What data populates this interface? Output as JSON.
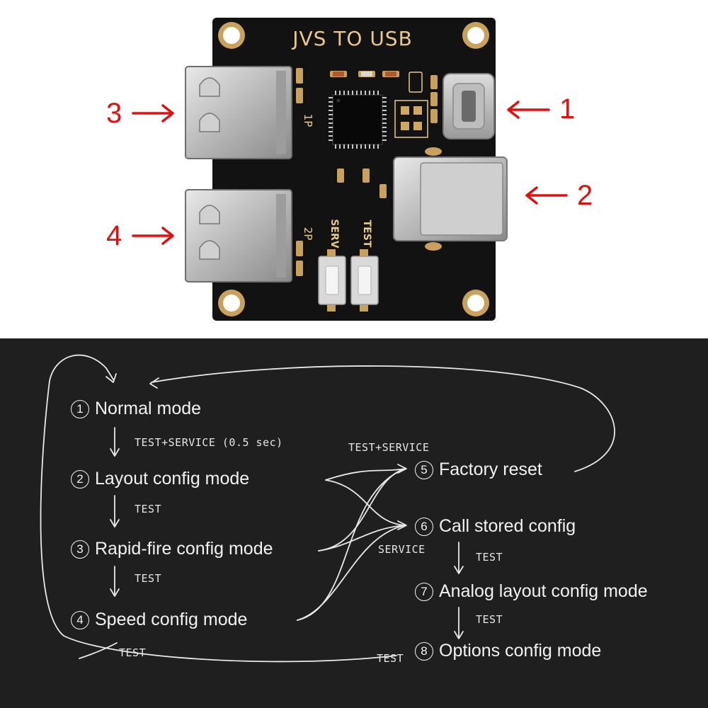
{
  "board": {
    "title": "JVS TO USB",
    "label_1p": "1P",
    "label_2p": "2P",
    "label_serv": "SERV",
    "label_test": "TEST"
  },
  "callouts": [
    {
      "id": "1",
      "label": "1"
    },
    {
      "id": "2",
      "label": "2"
    },
    {
      "id": "3",
      "label": "3"
    },
    {
      "id": "4",
      "label": "4"
    }
  ],
  "colors": {
    "callout": "#e01010",
    "pcb": "#111111",
    "silkscreen": "#e8c98a",
    "diagram_bg": "#1f1f1f",
    "diagram_fg": "#f2f2f2"
  },
  "modes": [
    {
      "num": "1",
      "label": "Normal mode"
    },
    {
      "num": "2",
      "label": "Layout config mode"
    },
    {
      "num": "3",
      "label": "Rapid-fire config mode"
    },
    {
      "num": "4",
      "label": "Speed config mode"
    },
    {
      "num": "5",
      "label": "Factory reset"
    },
    {
      "num": "6",
      "label": "Call stored config"
    },
    {
      "num": "7",
      "label": "Analog layout config mode"
    },
    {
      "num": "8",
      "label": "Options config mode"
    }
  ],
  "transitions": {
    "t1_2": "TEST+SERVICE (0.5 sec)",
    "t2_3": "TEST",
    "t3_4": "TEST",
    "t4_1": "TEST",
    "to_reset": "TEST+SERVICE",
    "to_stored": "SERVICE",
    "t6_7": "TEST",
    "t7_8": "TEST",
    "t8_1": "TEST"
  }
}
